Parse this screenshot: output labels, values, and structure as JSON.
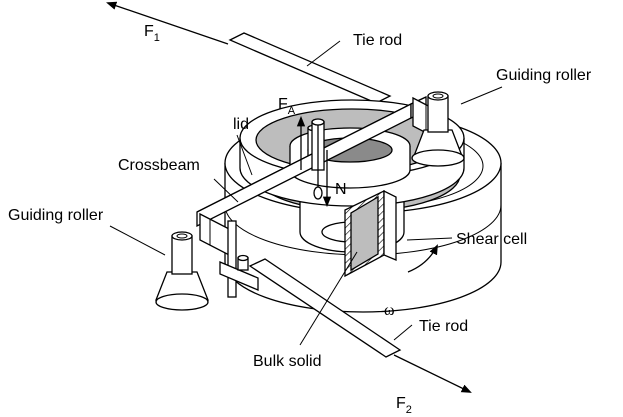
{
  "labels": {
    "f1_main": "F",
    "f1_sub": "1",
    "f2_main": "F",
    "f2_sub": "2",
    "fa_main": "F",
    "fa_sub": "A",
    "n": "N",
    "omega": "ω",
    "tie_rod_top": "Tie rod",
    "tie_rod_bottom": "Tie rod",
    "guiding_roller_right": "Guiding roller",
    "guiding_roller_left": "Guiding roller",
    "lid": "lid",
    "crossbeam": "Crossbeam",
    "shear_cell": "Shear cell",
    "bulk_solid": "Bulk solid"
  }
}
